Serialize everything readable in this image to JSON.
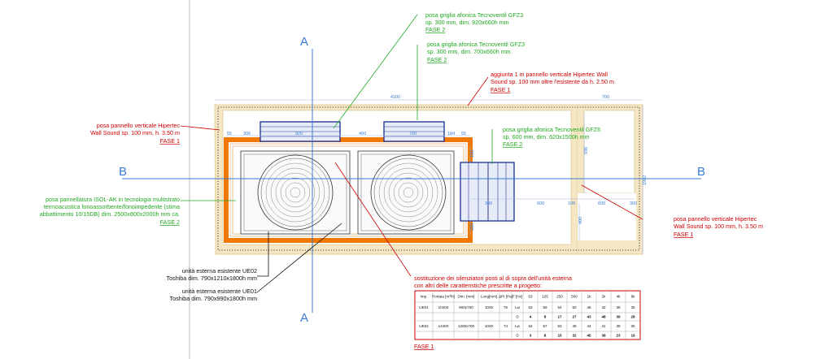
{
  "section_labels": {
    "a_top": "A",
    "a_bottom": "A",
    "b_left": "B",
    "b_right": "B"
  },
  "dimensions": {
    "overall": "4100",
    "right": "700",
    "d1": "55",
    "d2": "306",
    "d3": "920",
    "d4": "490",
    "d5": "700",
    "d6": "184",
    "d7": "55",
    "v1": "936",
    "v2": "1902",
    "v3": "400",
    "v4": "300",
    "v5": "600",
    "v6": "100",
    "v7": "600",
    "v8": "300",
    "v9": "600",
    "v10": "160",
    "v11": "160"
  },
  "annotations": {
    "gf3_920": {
      "l1": "posa griglia afonica Tecnoventil GFZ3",
      "l2": "sp. 300 mm, dim. 920x660h mm",
      "phase": "FASE 2"
    },
    "gf3_700": {
      "l1": "posa griglia afonica Tecnoventil GFZ3",
      "l2": "sp. 300 mm, dim. 700x660h mm",
      "phase": "FASE 2"
    },
    "wall_add": {
      "l1": "aggiunta 1 m pannello verticale Hipertec Wall",
      "l2": "Sound sp. 100 mm oltre l'esistente da h. 2.50 m",
      "phase": "FASE 1"
    },
    "panel_left": {
      "l1": "posa pannello verticale Hipertec",
      "l2": "Wall Sound sp. 100 mm, h. 3.50 m",
      "phase": "FASE 1"
    },
    "gf6": {
      "l1": "posa griglia afonica Tecnoventil GFZ6",
      "l2": "sp. 600 mm, dim. 620x1500h mm",
      "phase": "FASE 2"
    },
    "isol": {
      "l1": "posa pannellatura ISOL-AK in tecnologia multistrato",
      "l2": "termoacustica fonoassorbente/fonoimpedente (stima",
      "l3": "abbattimento 10/15DB) dim. 2500x800x2000h mm ca.",
      "phase": "FASE 2"
    },
    "panel_right": {
      "l1": "posa pannello verticale Hipertec",
      "l2": "Wall Sound sp. 100 mm, h. 3.50 m",
      "phase": "FASE 1"
    },
    "ue02": {
      "l1": "unità esterna esistente UE02",
      "l2": "Toshiba dim. 790x1210x1800h mm"
    },
    "ue01": {
      "l1": "unità esterna esistente UE01",
      "l2": "Toshiba dim. 790x990x1800h mm"
    },
    "silencers": {
      "l1": "sostituzione dei silenziatori posti al di sopra dell'unità esterna",
      "l2": "con altri delle caratteristiche prescritte a progetto:",
      "phase": "FASE 1"
    }
  },
  "table": {
    "headers": [
      "Imp.",
      "Portata [m³/h]",
      "Dim. [mm]",
      "Lung[mm]",
      "ΔPt [Pa]",
      "F [Hz]",
      "63",
      "125",
      "250",
      "500",
      "1k",
      "2k",
      "4k",
      "8k"
    ],
    "rows": [
      [
        "UE01",
        "10200",
        "900x700",
        "1000",
        "76",
        "Lw",
        "63",
        "59",
        "54",
        "50",
        "46",
        "42",
        "38",
        "35"
      ],
      [
        "",
        "",
        "",
        "",
        "",
        "D",
        "4",
        "8",
        "17",
        "27",
        "43",
        "48",
        "39",
        "28"
      ],
      [
        "UE02",
        "14400",
        "1200x700",
        "1000",
        "74",
        "Lw",
        "62",
        "57",
        "53",
        "49",
        "44",
        "41",
        "38",
        "35"
      ],
      [
        "",
        "",
        "",
        "",
        "",
        "D",
        "3",
        "8",
        "15",
        "32",
        "45",
        "38",
        "23",
        "16"
      ]
    ]
  },
  "colors": {
    "red": "#cc0000",
    "green": "#22aa22",
    "blue_axis": "#3a7bd5",
    "orange": "#f07800",
    "sand": "#f5e6c4",
    "silencer": "#283c96"
  }
}
